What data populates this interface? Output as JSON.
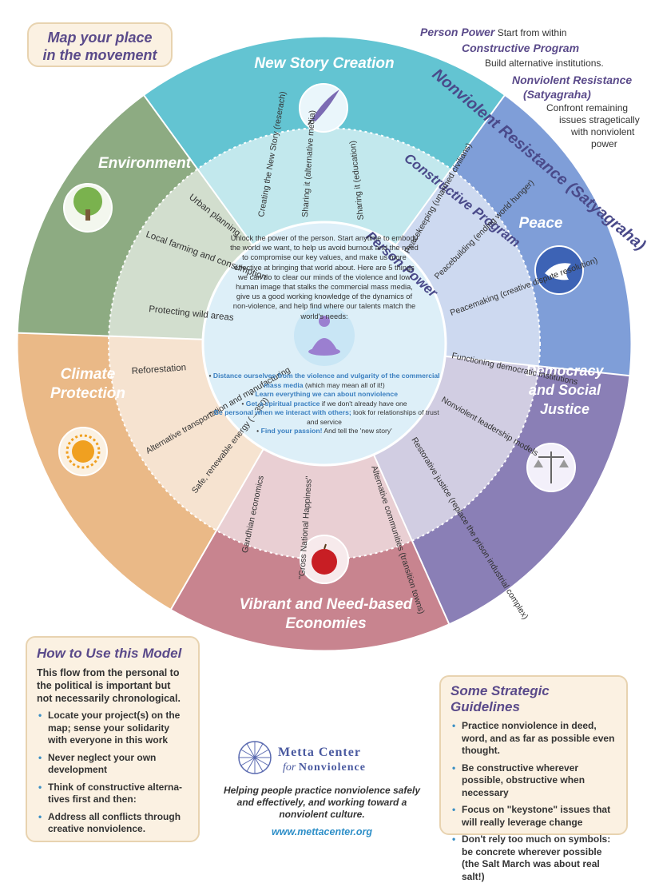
{
  "header": {
    "title_line1": "Map your place",
    "title_line2": "in the movement"
  },
  "legend": {
    "person_power": "Person Power",
    "person_power_desc": "Start from within",
    "constructive": "Constructive Program",
    "constructive_desc": "Build alternative institutions.",
    "nonviolent_line1": "Nonviolent Resistance",
    "nonviolent_line2": "(Satyagraha)",
    "nonviolent_desc1": "Confront remaining",
    "nonviolent_desc2": "issues stragetically",
    "nonviolent_desc3": "with nonviolent",
    "nonviolent_desc4": "power"
  },
  "rings": {
    "outer_label": "Nonviolent Resistance (Satyagraha)",
    "middle_label": "Constructive Program",
    "inner_label": "Person Power"
  },
  "sectors": {
    "new_story": {
      "title": "New Story Creation",
      "items": [
        "Creating the New Story (reserach)",
        "Sharing it (alternative media)",
        "Sharing it (education)"
      ]
    },
    "peace": {
      "title": "Peace",
      "items": [
        "Peacekeeping (unarmed civilians)",
        "Peacebuilding (ending world hunger)",
        "Peacemaking (creative dispute resolution)"
      ]
    },
    "democracy": {
      "title_line1": "Democracy",
      "title_line2": "and Social",
      "title_line3": "Justice",
      "items": [
        "Functioning democratic institutions",
        "Nonviolent leadership models",
        "Restorative justice (replace the prison industrial complex)"
      ]
    },
    "economies": {
      "title_line1": "Vibrant and Need-based",
      "title_line2": "Economies",
      "items": [
        "Gandhian economics",
        "\"Gross National Happiness\"",
        "Alternative communities (transition towns)"
      ]
    },
    "climate": {
      "title_line1": "Climate",
      "title_line2": "Protection",
      "items": [
        "Reforestation",
        "Alternative transportation and manufacturing",
        "Safe, renewable energy (→350)"
      ]
    },
    "environment": {
      "title": "Environment",
      "items": [
        "Urban planning",
        "Local farming and consumption",
        "Protecting wild areas"
      ]
    }
  },
  "person_power": {
    "intro": "Unlock the power of the person. Start anytime to embody the world we want, to help us avoid burnout and the need to compromise our key values, and make us more effective at bringing that world about. Here are 5 things we can do to clear our minds of the violence and low human image that stalks the commercial mass media, give us a good working knowledge of the dynamics of non-violence, and help find where our talents match the world's needs:",
    "steps": [
      {
        "bold": "Distance ourselves from the violence and vulgarity of the commercial mass media",
        "rest": " (which may mean all of it!)"
      },
      {
        "bold": "Learn everything we can about nonviolence",
        "rest": ""
      },
      {
        "bold": "Get a spiritual practice",
        "rest": " if we don't already have one"
      },
      {
        "bold": "Be personal when we interact with others;",
        "rest": " look for relationships of trust and service"
      },
      {
        "bold": "Find your passion!",
        "rest": " And tell the 'new story'"
      }
    ]
  },
  "how_to": {
    "title": "How to Use this Model",
    "intro": "This flow from the personal to the political is important but not necessarily chronological.",
    "items": [
      "Locate your project(s) on the map; sense your solidarity with everyone in this work",
      "Never neglect your own development",
      "Think of constructive alterna-tives first and then:",
      "Address all conflicts through creative nonviolence."
    ]
  },
  "guidelines": {
    "title": "Some Strategic Guidelines",
    "items": [
      "Practice nonviolence in deed, word, and as far as possible even thought.",
      "Be constructive wherever possible, obstructive when necessary",
      "Focus on \"keystone\" issues that will really leverage change",
      "Don't rely too much on symbols: be concrete wherever possible (the Salt March was about real salt!)"
    ]
  },
  "footer": {
    "logo_name": "Metta Center",
    "logo_for": "for",
    "logo_sub": "Nonviolence",
    "tagline": "Helping people practice nonviolence safely and effectively, and working toward a nonviolent culture.",
    "url": "www.mettacenter.org"
  },
  "colors": {
    "new_story": "#63c4d2",
    "peace": "#7f9ed8",
    "democracy": "#8a7fb6",
    "economies": "#c8848f",
    "climate": "#eab987",
    "environment": "#8dab82",
    "center": "#e4f3fb",
    "title_text": "#5a4a8a",
    "link": "#2e8fc8"
  }
}
